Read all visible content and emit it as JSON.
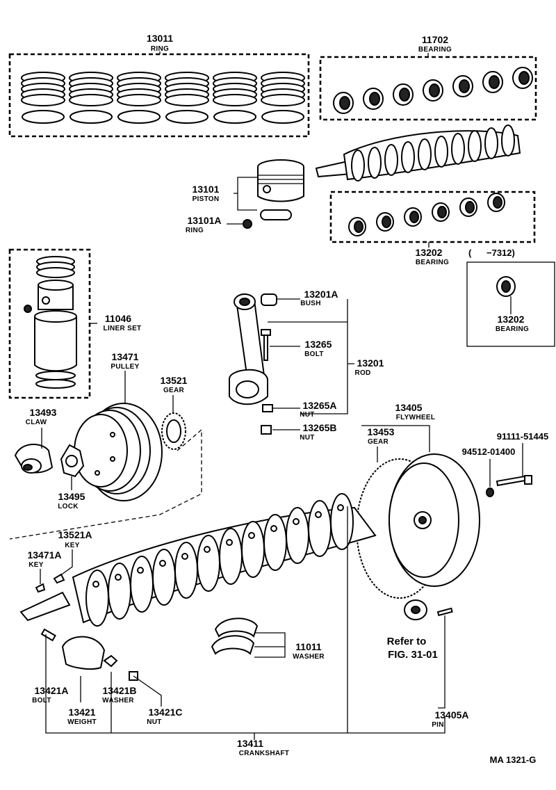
{
  "labels": {
    "ring_top": {
      "num": "13011",
      "name": "RING"
    },
    "bearing_top": {
      "num": "11702",
      "name": "BEARING"
    },
    "piston": {
      "num": "13101",
      "name": "PISTON"
    },
    "piston_ring": {
      "num": "13101A",
      "name": "RING"
    },
    "bearing_mid": {
      "num": "13202",
      "name": "BEARING"
    },
    "bearing_box_range": "(      −7312)",
    "bearing_box": {
      "num": "13202",
      "name": "BEARING"
    },
    "liner_set": {
      "num": "11046",
      "name": "LINER SET"
    },
    "bush": {
      "num": "13201A",
      "name": "BUSH"
    },
    "bolt_rod": {
      "num": "13265",
      "name": "BOLT"
    },
    "rod": {
      "num": "13201",
      "name": "ROD"
    },
    "nut_a": {
      "num": "13265A",
      "name": "NUT"
    },
    "nut_b": {
      "num": "13265B",
      "name": "NUT"
    },
    "pulley": {
      "num": "13471",
      "name": "PULLEY"
    },
    "gear_small": {
      "num": "13521",
      "name": "GEAR"
    },
    "claw": {
      "num": "13493",
      "name": "CLAW"
    },
    "lock": {
      "num": "13495",
      "name": "LOCK"
    },
    "flywheel": {
      "num": "13405",
      "name": "FLYWHEEL"
    },
    "gear_ring": {
      "num": "13453",
      "name": "GEAR"
    },
    "bolt_fly": {
      "num": "91111-51445"
    },
    "nut_fly": {
      "num": "94512-01400"
    },
    "key_a": {
      "num": "13521A",
      "name": "KEY"
    },
    "key_b": {
      "num": "13471A",
      "name": "KEY"
    },
    "washer_thrust": {
      "num": "11011",
      "name": "WASHER"
    },
    "refer": {
      "line1": "Refer to",
      "line2": "FIG. 31-01"
    },
    "bolt_weight": {
      "num": "13421A",
      "name": "BOLT"
    },
    "washer_weight": {
      "num": "13421B",
      "name": "WASHER"
    },
    "weight": {
      "num": "13421",
      "name": "WEIGHT"
    },
    "nut_weight": {
      "num": "13421C",
      "name": "NUT"
    },
    "pin": {
      "num": "13405A",
      "name": "PIN"
    },
    "crankshaft": {
      "num": "13411",
      "name": "CRANKSHAFT"
    },
    "figure_code": "MA  1321-G"
  }
}
